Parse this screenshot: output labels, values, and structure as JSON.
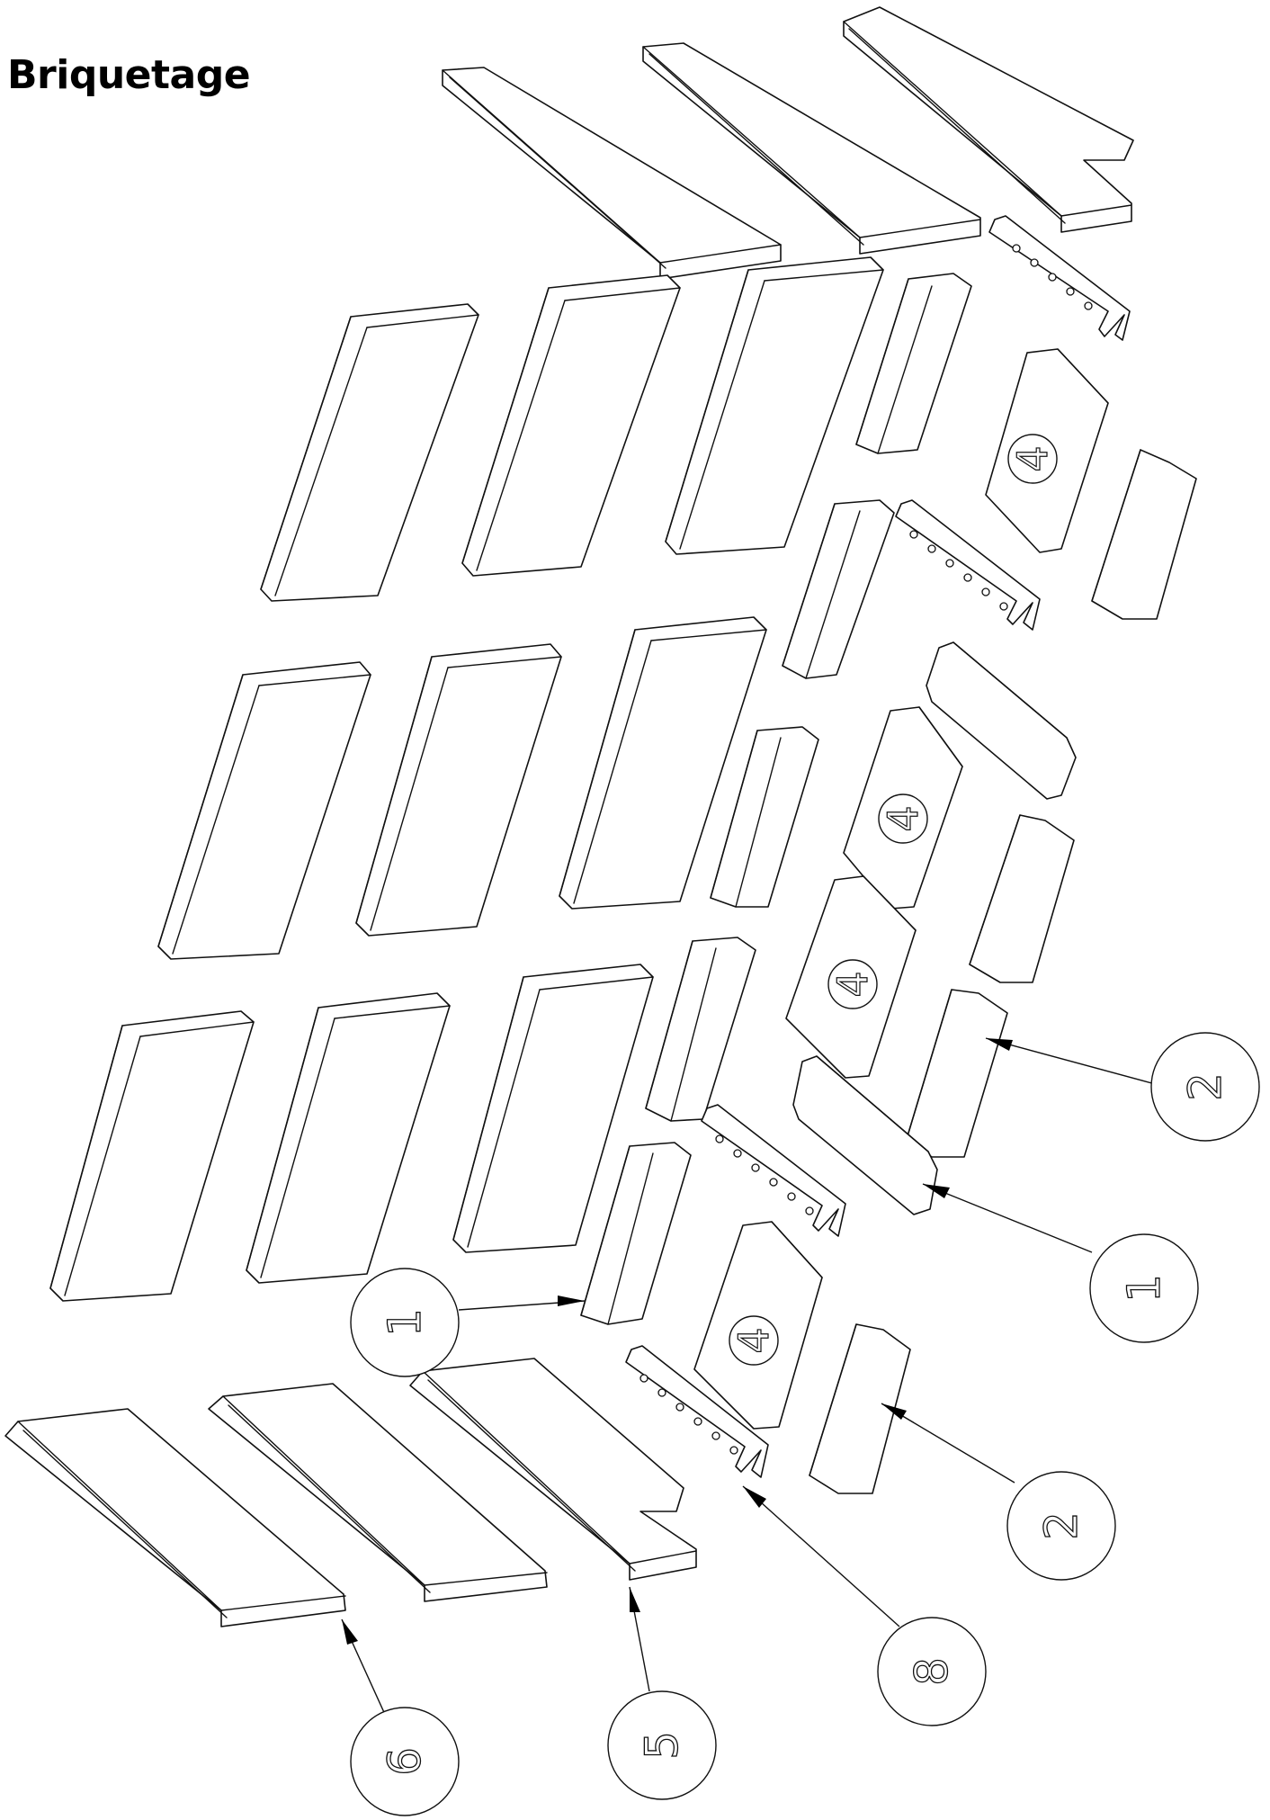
{
  "title": "Briquetage",
  "part_labels": [
    {
      "id": "face-a",
      "text": "4"
    },
    {
      "id": "face-b",
      "text": "4"
    },
    {
      "id": "face-c",
      "text": "4"
    },
    {
      "id": "face-d",
      "text": "4"
    }
  ],
  "callouts": [
    {
      "id": "c2-upper",
      "text": "2"
    },
    {
      "id": "c1-right",
      "text": "1"
    },
    {
      "id": "c1-left",
      "text": "1"
    },
    {
      "id": "c2-lower",
      "text": "2"
    },
    {
      "id": "c8",
      "text": "8"
    },
    {
      "id": "c6",
      "text": "6"
    },
    {
      "id": "c5",
      "text": "5"
    }
  ],
  "colors": {
    "line": "#111111",
    "background": "#ffffff"
  }
}
